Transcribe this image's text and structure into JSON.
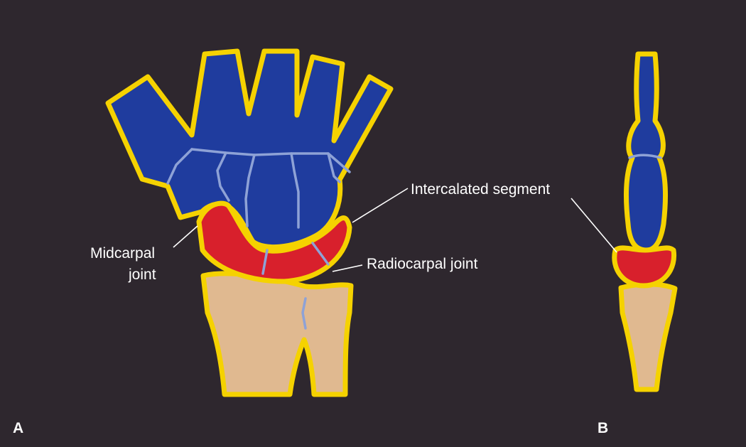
{
  "labels": {
    "intercalated_segment": "Intercalated segment",
    "midcarpal_line1": "Midcarpal",
    "midcarpal_line2": "joint",
    "radiocarpal_joint": "Radiocarpal joint",
    "panel_a": "A",
    "panel_b": "B"
  },
  "colors": {
    "background": "#2e272e",
    "outline": "#f5d200",
    "distal_bones": "#1f3c9e",
    "intercalated_segment": "#d8202c",
    "forearm_bones": "#e0b990",
    "joint_lines": "#8ea2d6"
  }
}
